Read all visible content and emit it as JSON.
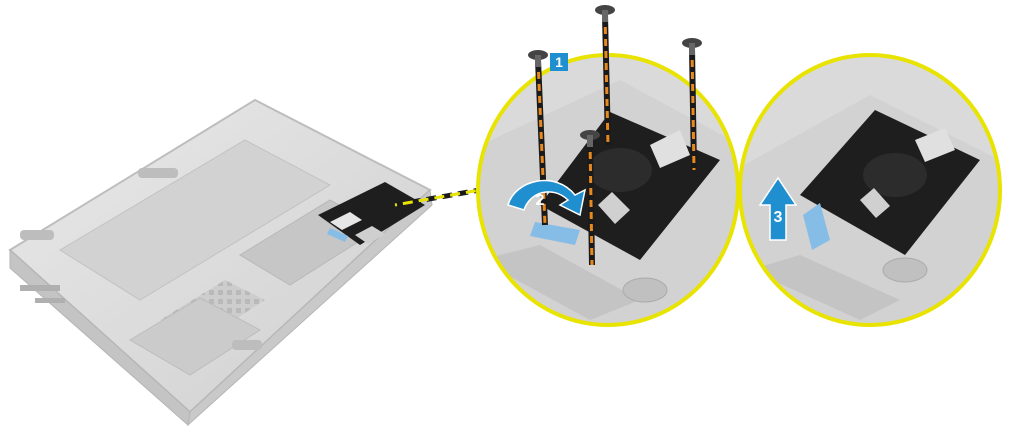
{
  "steps": [
    {
      "number": "1",
      "action": "remove-screws",
      "screw_count": 4
    },
    {
      "number": "2",
      "action": "lift-hard-drive-assembly"
    },
    {
      "number": "3",
      "action": "slide-out-hard-drive-assembly"
    }
  ],
  "colors": {
    "badge_blue": "#1f8fd0",
    "callout_yellow": "#e8e300",
    "screw_path_orange": "#e8891f",
    "laptop_gray": "#d8d8d8",
    "drive_black": "#1e1e1e",
    "tab_blue": "#86bde6"
  },
  "icons": [
    "screw-icon",
    "curved-arrow-icon",
    "up-arrow-icon"
  ]
}
